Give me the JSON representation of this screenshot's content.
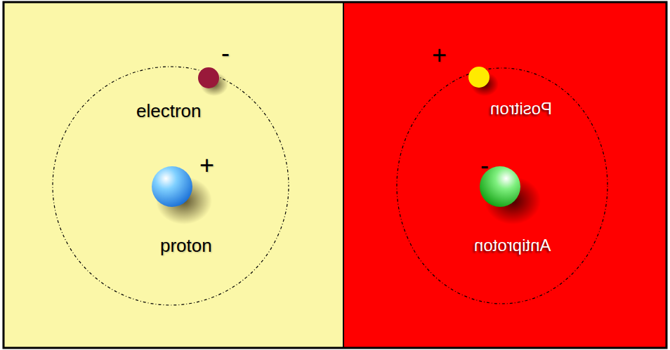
{
  "diagram": {
    "labels": [
      "-",
      "electron",
      "+",
      "proton",
      "+",
      "Positron",
      "-",
      "Antiproton"
    ]
  }
}
